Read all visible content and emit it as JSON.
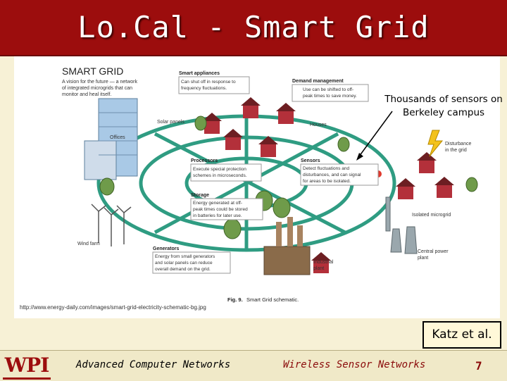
{
  "slide": {
    "title": "Lo.Cal - Smart Grid",
    "callout_sensors": "Thousands of sensors on Berkeley campus",
    "citation": "Katz et al.",
    "footer_left": "Advanced Computer Networks",
    "footer_center": "Wireless Sensor Networks",
    "page_number": "7",
    "logo_text": "WPI"
  },
  "figure": {
    "heading": "SMART GRID",
    "subheading_1": "A vision for the future — a network",
    "subheading_2": "of integrated microgrids that can",
    "subheading_3": "monitor and heal itself.",
    "caption_label": "Fig. 9.",
    "caption_text": "Smart Grid schematic.",
    "url": "http://www.energy-daily.com/images/smart-grid-electricity-schematic-bg.jpg",
    "labels": {
      "solar_panels": "Solar panels",
      "offices": "Offices",
      "houses": "Houses",
      "wind_farm": "Wind farm",
      "isolated_microgrid": "Isolated microgrid",
      "industrial_plant_1": "Industrial",
      "industrial_plant_2": "plant",
      "central_power_1": "Central power",
      "central_power_2": "plant",
      "disturbance_1": "Disturbance",
      "disturbance_2": "in the grid"
    },
    "boxes": {
      "smart_appliances": {
        "title": "Smart appliances",
        "lines": [
          "Can shut off in response to",
          "frequency fluctuations."
        ]
      },
      "demand_management": {
        "title": "Demand management",
        "lines": [
          "Use can be shifted to off-",
          "peak times to save money."
        ]
      },
      "processors": {
        "title": "Processors",
        "lines": [
          "Execute special protection",
          "schemes in microseconds."
        ]
      },
      "sensors": {
        "title": "Sensors",
        "lines": [
          "Detect fluctuations and",
          "disturbances, and can signal",
          "for areas to be isolated."
        ]
      },
      "storage": {
        "title": "Storage",
        "lines": [
          "Energy generated at off-",
          "peak times could be stored",
          "in batteries for later use."
        ]
      },
      "generators": {
        "title": "Generators",
        "lines": [
          "Energy from small generators",
          "and solar panels can reduce",
          "overall demand on the grid."
        ]
      }
    }
  }
}
